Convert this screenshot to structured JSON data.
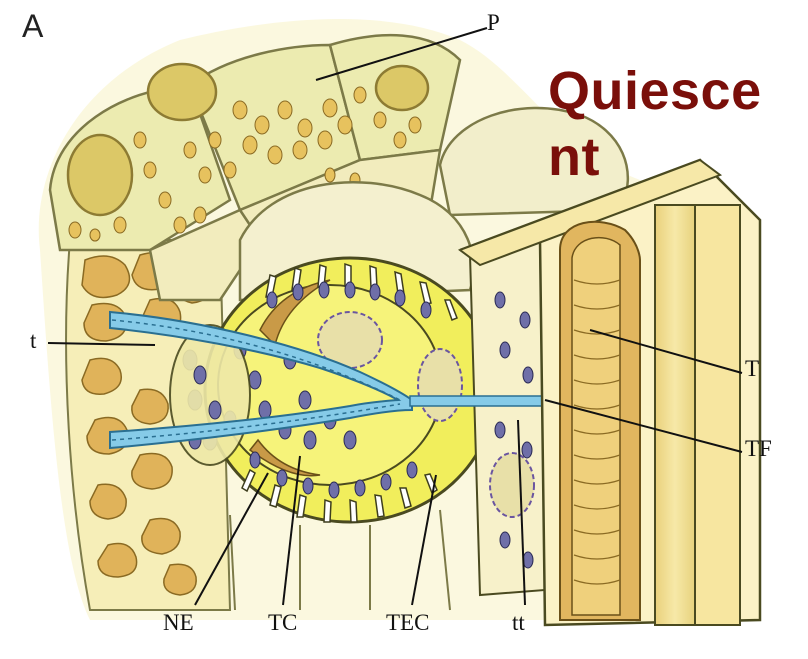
{
  "panel_letter": "A",
  "state_label": "Quiesce\nnt",
  "callouts": {
    "P": "P",
    "t": "t",
    "T": "T",
    "TF": "TF",
    "NE": "NE",
    "TC": "TC",
    "TEC": "TEC",
    "tt": "tt"
  },
  "colors": {
    "cell_fill": "#ecebb0",
    "cell_stroke": "#7c7a48",
    "bright_yellow": "#f3ef4a",
    "orange_cell": "#e2b55a",
    "nucleus_blue": "#7f7fb3",
    "canal_blue": "#82c8ea",
    "title_red": "#7a0f0a"
  }
}
